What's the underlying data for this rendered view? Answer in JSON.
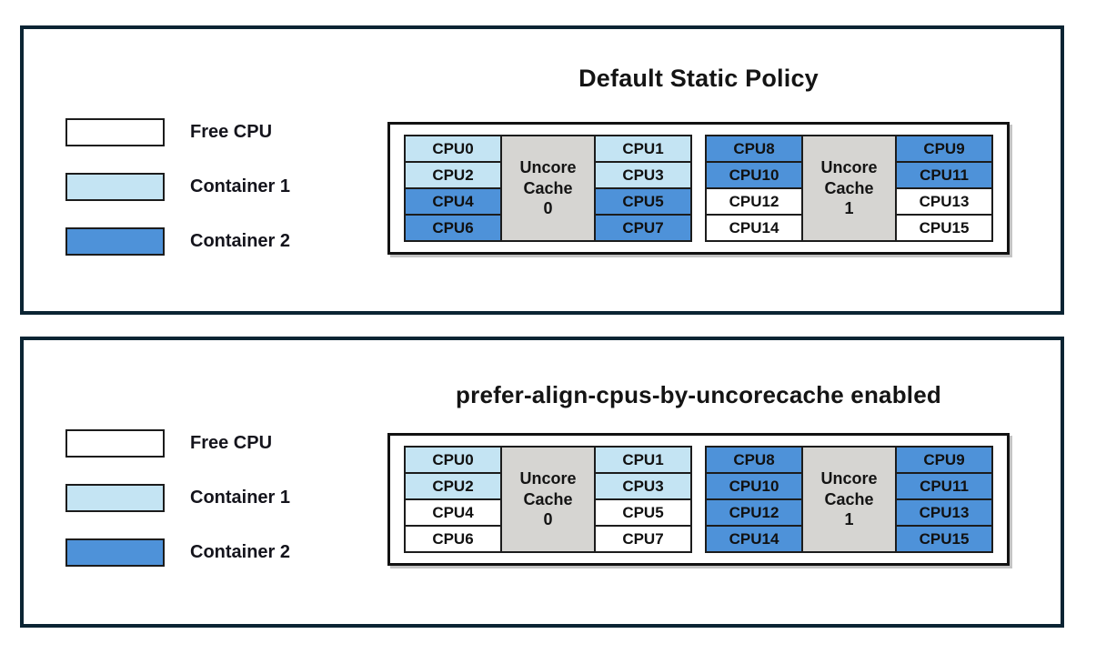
{
  "colors": {
    "panel_border": "#0b2433",
    "free_cpu": "#ffffff",
    "container1": "#c4e4f3",
    "container2": "#4e92d9",
    "uncore_bg": "#d6d5d2",
    "cell_border": "#1c1c1c"
  },
  "legend": {
    "items": [
      {
        "label": "Free CPU",
        "fill": "#ffffff"
      },
      {
        "label": "Container 1",
        "fill": "#c4e4f3"
      },
      {
        "label": "Container 2",
        "fill": "#4e92d9"
      }
    ]
  },
  "panels": [
    {
      "title": "Default Static Policy",
      "clusters": [
        {
          "cache_label": "Uncore\nCache\n0",
          "left_cpus": [
            {
              "label": "CPU0",
              "fill": "#c4e4f3"
            },
            {
              "label": "CPU2",
              "fill": "#c4e4f3"
            },
            {
              "label": "CPU4",
              "fill": "#4e92d9"
            },
            {
              "label": "CPU6",
              "fill": "#4e92d9"
            }
          ],
          "right_cpus": [
            {
              "label": "CPU1",
              "fill": "#c4e4f3"
            },
            {
              "label": "CPU3",
              "fill": "#c4e4f3"
            },
            {
              "label": "CPU5",
              "fill": "#4e92d9"
            },
            {
              "label": "CPU7",
              "fill": "#4e92d9"
            }
          ]
        },
        {
          "cache_label": "Uncore\nCache\n1",
          "left_cpus": [
            {
              "label": "CPU8",
              "fill": "#4e92d9"
            },
            {
              "label": "CPU10",
              "fill": "#4e92d9"
            },
            {
              "label": "CPU12",
              "fill": "#ffffff"
            },
            {
              "label": "CPU14",
              "fill": "#ffffff"
            }
          ],
          "right_cpus": [
            {
              "label": "CPU9",
              "fill": "#4e92d9"
            },
            {
              "label": "CPU11",
              "fill": "#4e92d9"
            },
            {
              "label": "CPU13",
              "fill": "#ffffff"
            },
            {
              "label": "CPU15",
              "fill": "#ffffff"
            }
          ]
        }
      ]
    },
    {
      "title": "prefer-align-cpus-by-uncorecache enabled",
      "clusters": [
        {
          "cache_label": "Uncore\nCache\n0",
          "left_cpus": [
            {
              "label": "CPU0",
              "fill": "#c4e4f3"
            },
            {
              "label": "CPU2",
              "fill": "#c4e4f3"
            },
            {
              "label": "CPU4",
              "fill": "#ffffff"
            },
            {
              "label": "CPU6",
              "fill": "#ffffff"
            }
          ],
          "right_cpus": [
            {
              "label": "CPU1",
              "fill": "#c4e4f3"
            },
            {
              "label": "CPU3",
              "fill": "#c4e4f3"
            },
            {
              "label": "CPU5",
              "fill": "#ffffff"
            },
            {
              "label": "CPU7",
              "fill": "#ffffff"
            }
          ]
        },
        {
          "cache_label": "Uncore\nCache\n1",
          "left_cpus": [
            {
              "label": "CPU8",
              "fill": "#4e92d9"
            },
            {
              "label": "CPU10",
              "fill": "#4e92d9"
            },
            {
              "label": "CPU12",
              "fill": "#4e92d9"
            },
            {
              "label": "CPU14",
              "fill": "#4e92d9"
            }
          ],
          "right_cpus": [
            {
              "label": "CPU9",
              "fill": "#4e92d9"
            },
            {
              "label": "CPU11",
              "fill": "#4e92d9"
            },
            {
              "label": "CPU13",
              "fill": "#4e92d9"
            },
            {
              "label": "CPU15",
              "fill": "#4e92d9"
            }
          ]
        }
      ]
    }
  ]
}
